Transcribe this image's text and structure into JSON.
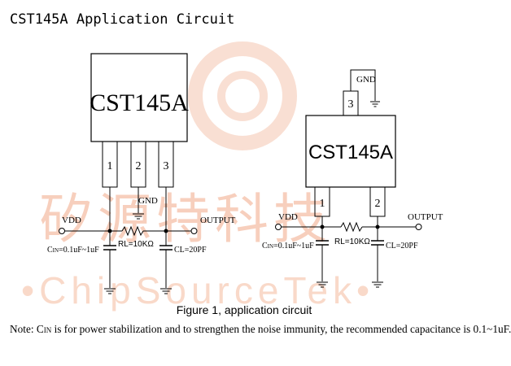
{
  "header": {
    "title": "CST145A Application Circuit"
  },
  "left_circuit": {
    "chip_label": "CST145A",
    "pins": [
      "1",
      "2",
      "3"
    ],
    "gnd_label": "GND",
    "vdd_label": "VDD",
    "output_label": "OUTPUT",
    "cin_prefix": "C",
    "cin_sub": "IN",
    "cin_value": "=0.1uF~1uF",
    "rl_label": "RL=10KΩ",
    "cl_label": "CL=20PF"
  },
  "right_circuit": {
    "chip_label": "CST145A",
    "pin3": "3",
    "pin1": "1",
    "pin2": "2",
    "gnd_label": "GND",
    "vdd_label": "VDD",
    "output_label": "OUTPUT",
    "cin_prefix": "C",
    "cin_sub": "IN",
    "cin_value": "=0.1uF~1uF",
    "rl_label": "RL=10KΩ",
    "cl_label": "CL=20PF"
  },
  "watermark": {
    "cn": "矽源特科技",
    "en": "•ChipSourceTek•"
  },
  "figure": {
    "caption": "Figure 1, application circuit"
  },
  "note": {
    "prefix": "Note: C",
    "sub": "IN",
    "text": " is for power stabilization and to strengthen the noise immunity, the recommended capacitance is 0.1~1uF."
  }
}
